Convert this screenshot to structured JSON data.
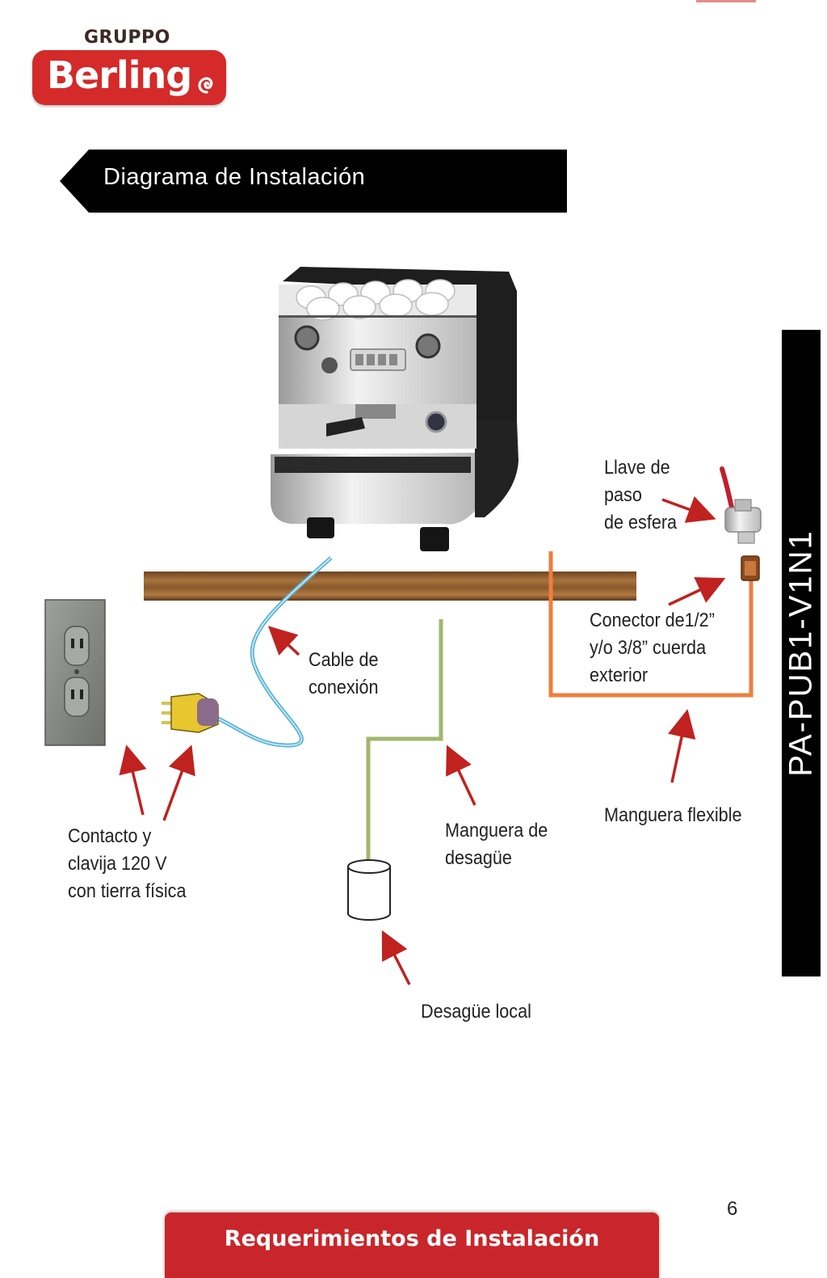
{
  "logo": {
    "gruppo": "GRUPPO",
    "brand": "Berling",
    "brand_color": "#d42a2a"
  },
  "section_title": "Diagrama de Instalación",
  "side_model": "PA-PUB1-V1N1",
  "labels": {
    "valve": [
      "Llave de",
      "paso",
      "de esfera"
    ],
    "connector": [
      "Conector de1/2”",
      "y/o 3/8”  cuerda",
      "exterior"
    ],
    "cable": [
      "Cable de",
      "conexión"
    ],
    "flexible_hose": [
      "Manguera flexible"
    ],
    "outlet": [
      "Contacto  y",
      "clavija  120 V",
      "con tierra física"
    ],
    "drain_hose": [
      "Manguera de",
      "desagüe"
    ],
    "local_drain": [
      "Desagüe local"
    ]
  },
  "colors": {
    "arrow": "#c0221f",
    "power_cable": "#5ab4d8",
    "water_hose": "#f07d3c",
    "drain_hose": "#a3b66f",
    "counter": "#8a5a2b"
  },
  "page_number": "6",
  "footer": "Requerimientos de Instalación"
}
